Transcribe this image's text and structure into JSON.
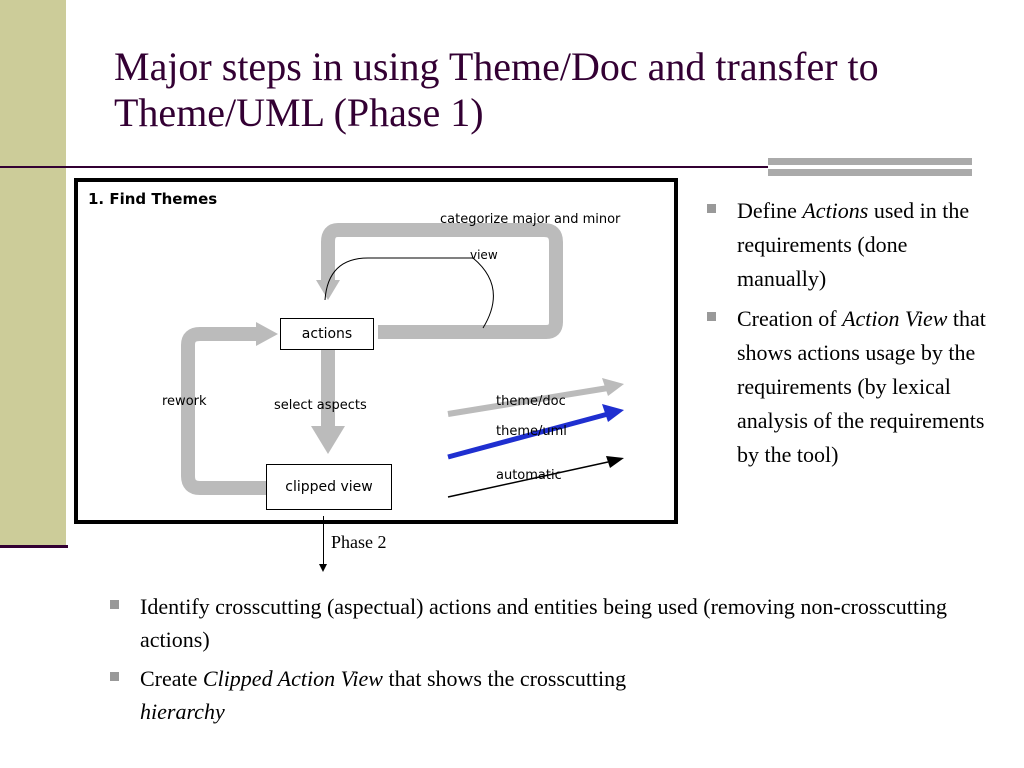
{
  "slide": {
    "title": "Major steps in using Theme/Doc and transfer to Theme/UML (Phase 1)"
  },
  "diagram": {
    "heading": "1. Find Themes",
    "categorize_label": "categorize  major and minor",
    "view_label": "view",
    "actions_box": "actions",
    "rework_label": "rework",
    "select_label": "select aspects",
    "clipped_box": "clipped view",
    "legend": {
      "doc": "theme/doc",
      "uml": "theme/uml",
      "auto": "automatic"
    },
    "colors": {
      "doc": "#bbbbbb",
      "uml": "#1f2fd0",
      "auto": "#000000"
    }
  },
  "phase_label": "Phase 2",
  "right_bullets": [
    {
      "pre": "Define ",
      "em": "Actions",
      "post": " used in the requirements (done manually)"
    },
    {
      "pre": "Creation of ",
      "em": "Action View",
      "post": " that shows actions usage by the requirements (by lexical analysis of the requirements by the tool)"
    }
  ],
  "bottom_bullets": [
    {
      "pre": "Identify crosscutting (aspectual) actions and entities being used (removing non-crosscutting actions)",
      "em": "",
      "post": ""
    },
    {
      "pre": "Create ",
      "em": "Clipped Action View",
      "post": " that shows the crosscutting ",
      "em2": "hierarchy"
    }
  ]
}
